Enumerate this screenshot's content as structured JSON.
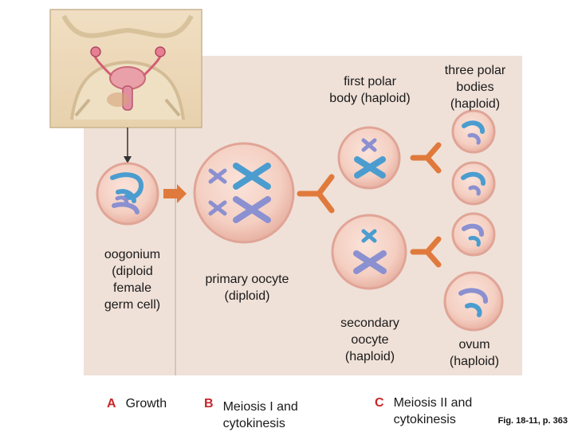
{
  "labels": {
    "oogonium": "oogonium\n(diploid\nfemale\ngerm cell)",
    "primary_oocyte": "primary oocyte\n(diploid)",
    "first_polar_body": "first polar\nbody (haploid)",
    "three_polar_bodies": "three polar\nbodies\n(haploid)",
    "secondary_oocyte": "secondary\noocyte\n(haploid)",
    "ovum": "ovum\n(haploid)"
  },
  "panels": [
    {
      "letter": "A",
      "text": "Growth"
    },
    {
      "letter": "B",
      "text": "Meiosis I and\ncytokinesis"
    },
    {
      "letter": "C",
      "text": "Meiosis II and\ncytokinesis"
    }
  ],
  "credit": "Fig. 18-11, p. 363",
  "colors": {
    "background_panel": "#efe0d8",
    "cell_fill": "#f3cdc0",
    "cell_edge": "#e2a496",
    "chromosome_blue": "#4c9dcf",
    "chromosome_lavender": "#8a90d0",
    "arrow_orange": "#e07a3c"
  }
}
